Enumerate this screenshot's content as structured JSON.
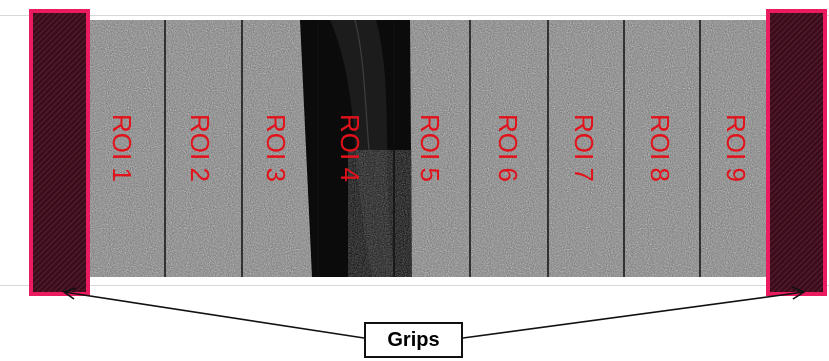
{
  "regions": [
    {
      "label": "ROI 1"
    },
    {
      "label": "ROI 2"
    },
    {
      "label": "ROI 3"
    },
    {
      "label": "ROI 4"
    },
    {
      "label": "ROI 5"
    },
    {
      "label": "ROI 6"
    },
    {
      "label": "ROI 7"
    },
    {
      "label": "ROI 8"
    },
    {
      "label": "ROI 9"
    }
  ],
  "callout": {
    "label": "Grips"
  },
  "colors": {
    "roi_text": "#e3111a",
    "grip_border": "#ea1c5f",
    "grip_fill": "#3b0d1c",
    "region_divider": "#101010",
    "arrow": "#111111"
  }
}
